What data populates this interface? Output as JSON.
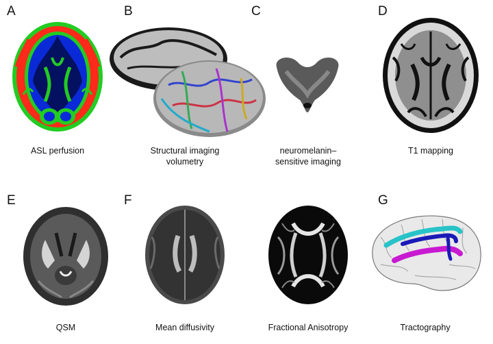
{
  "panels": [
    {
      "letter": "A",
      "caption_lines": [
        "ASL perfusion"
      ]
    },
    {
      "letter": "B",
      "caption_lines": [
        "Structural imaging",
        "volumetry"
      ]
    },
    {
      "letter": "C",
      "caption_lines": [
        "neuromelanin–",
        "sensitive imaging"
      ]
    },
    {
      "letter": "D",
      "caption_lines": [
        "T1 mapping"
      ]
    },
    {
      "letter": "E",
      "caption_lines": [
        "QSM"
      ]
    },
    {
      "letter": "F",
      "caption_lines": [
        "Mean diffusivity"
      ]
    },
    {
      "letter": "",
      "caption_lines": [
        "Fractional Anisotropy"
      ]
    },
    {
      "letter": "G",
      "caption_lines": [
        "Tractography"
      ]
    }
  ],
  "colors": {
    "perfusion_high": "#ff2a1a",
    "perfusion_mid": "#22cc22",
    "perfusion_low": "#0a2ad8",
    "tract_cyan": "#27c3c8",
    "tract_blue": "#1a1ab8",
    "tract_magenta": "#c81ad0"
  }
}
